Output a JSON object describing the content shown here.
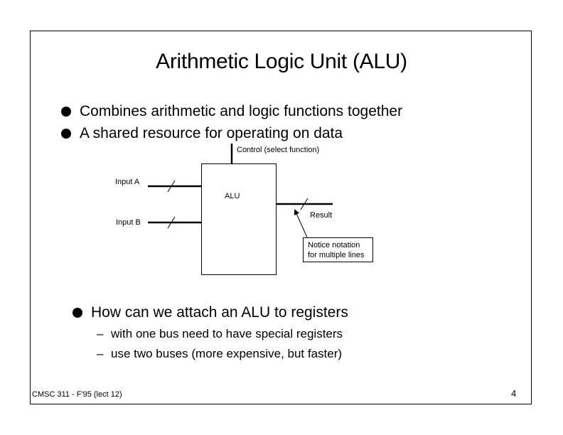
{
  "slide": {
    "title": "Arithmetic Logic Unit (ALU)",
    "bullets": [
      "Combines arithmetic and logic functions together",
      "A shared resource for operating on data"
    ],
    "question": "How can we attach an ALU to registers",
    "sub_bullets": [
      "with one bus need to have special registers",
      "use two buses (more expensive, but faster)"
    ],
    "dash": "–"
  },
  "diagram": {
    "control_label": "Control (select function)",
    "input_a_label": "Input A",
    "input_b_label": "Input B",
    "alu_label": "ALU",
    "result_label": "Result",
    "note_line1": "Notice notation",
    "note_line2": "for multiple lines"
  },
  "footer": {
    "course": "CMSC 311 - F'95 (lect 12)",
    "page_number": "4"
  }
}
